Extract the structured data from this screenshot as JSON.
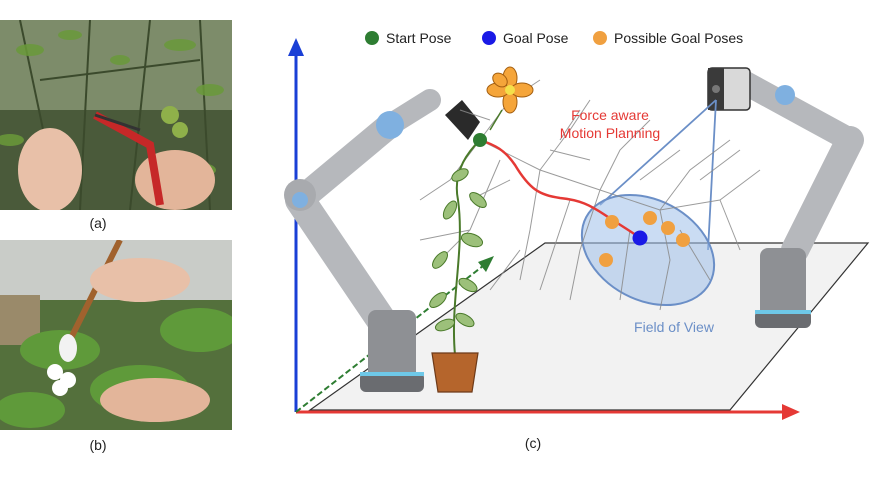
{
  "panels": {
    "a": {
      "caption": "(a)",
      "description_icon": "pruning-photo"
    },
    "b": {
      "caption": "(b)",
      "description_icon": "pollination-photo"
    },
    "c": {
      "caption": "(c)"
    }
  },
  "legend": {
    "items": [
      {
        "label": "Start Pose",
        "color": "#2e7d32"
      },
      {
        "label": "Goal Pose",
        "color": "#1a1ae6"
      },
      {
        "label": "Possible Goal Poses",
        "color": "#f0a040"
      }
    ]
  },
  "annotations": {
    "planning_line1": "Force aware",
    "planning_line2": "Motion Planning",
    "field_of_view": "Field of View"
  },
  "colors": {
    "axis_z": "#1a3fd6",
    "axis_x": "#e53935",
    "axis_y": "#2e7d32",
    "planning": "#e53935",
    "fov": "#6b8fc7",
    "robot": "#b0b3b8"
  }
}
